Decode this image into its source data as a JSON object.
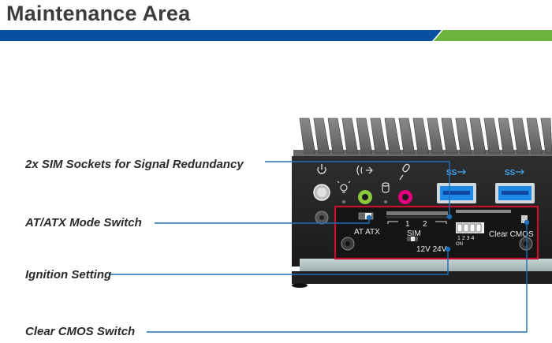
{
  "header": {
    "title": "Maintenance Area",
    "band_blue": "#0a4ea0",
    "band_green": "#6db33f"
  },
  "callouts": [
    {
      "label": "2x SIM Sockets for Signal Redundancy"
    },
    {
      "label": "AT/ATX Mode Switch"
    },
    {
      "label": "Ignition Setting"
    },
    {
      "label": "Clear CMOS Switch"
    }
  ],
  "device": {
    "labels": {
      "at_atx": "AT ATX",
      "sim": "SIM",
      "sim_slot_1": "1",
      "sim_slot_2": "2",
      "voltage": "12V 24V",
      "dip_numbers": "1 2 3 4",
      "dip_on": "ON",
      "clear_cmos": "Clear CMOS",
      "usb_1": "SS",
      "usb_2": "SS"
    },
    "icons": [
      "power-icon",
      "bulb-icon",
      "audio-out-icon",
      "storage-icon",
      "mic-icon",
      "usb-ss-icon"
    ],
    "colors": {
      "highlight": "#c8102e",
      "leader_line": "#1c6fb8",
      "chassis": "#4a4a4a",
      "usb_blue": "#1e88e5",
      "audio_green": "#8cc63f",
      "audio_pink": "#e4007c"
    }
  }
}
